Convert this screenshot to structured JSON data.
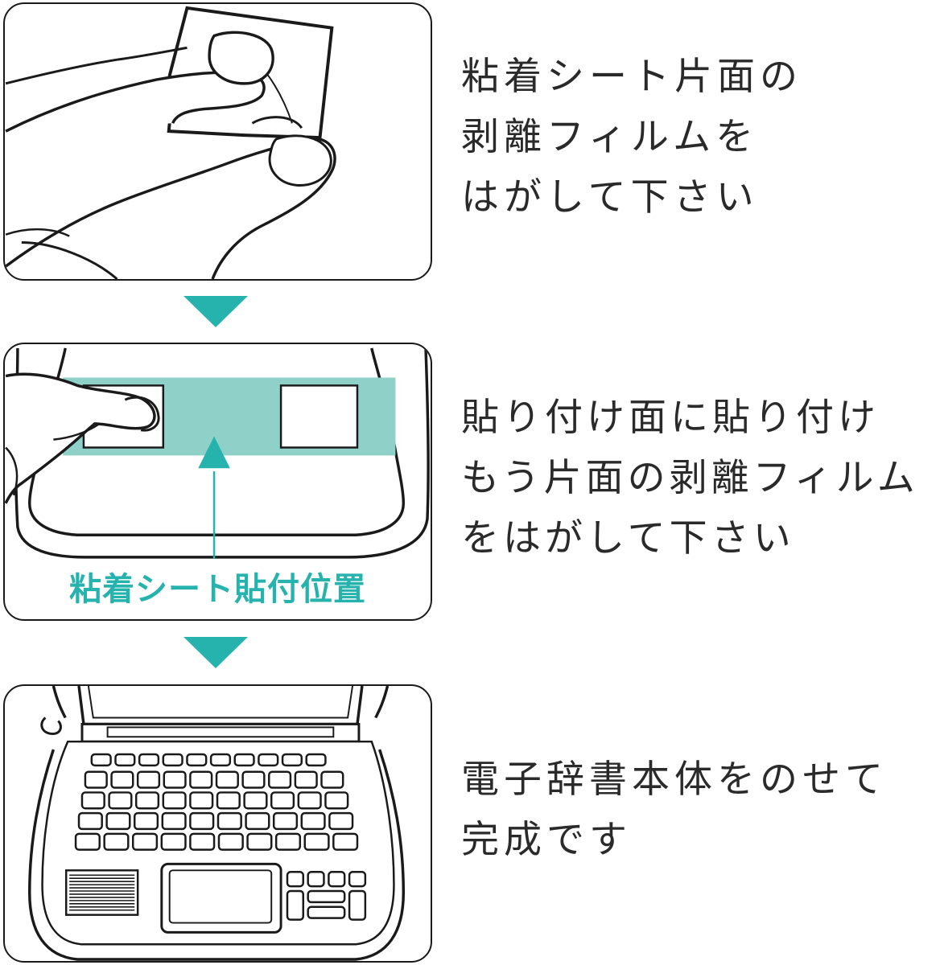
{
  "steps": [
    {
      "lines": [
        "粘着シート片面の",
        "剥離フィルムを",
        "はがして下さい"
      ]
    },
    {
      "lines": [
        "貼り付け面に貼り付け",
        "もう片面の剥離フィルム",
        "をはがして下さい"
      ]
    },
    {
      "lines": [
        "電子辞書本体をのせて",
        "完成です"
      ]
    }
  ],
  "diagram": {
    "position_label": "粘着シート貼付位置"
  },
  "colors": {
    "accent": "#26b3ae",
    "sheet_fill": "#8fd0c8",
    "line": "#1a1a1a"
  }
}
